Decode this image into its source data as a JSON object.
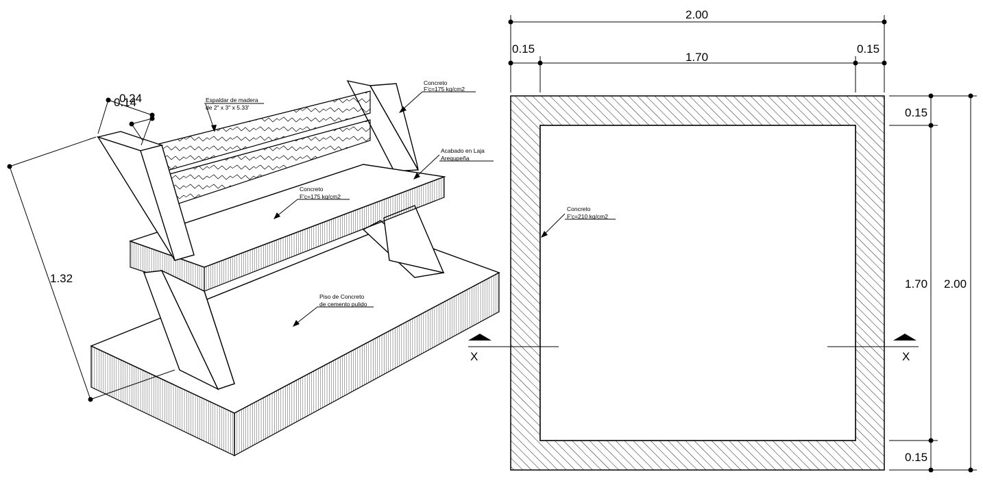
{
  "iso_view": {
    "dim_height": "1.32",
    "dim_top_outer": "0.24",
    "dim_top_inner": "0.14",
    "notes": {
      "backrest": [
        "Espaldar de madera",
        "de 2\" x 3\" x 5.33'"
      ],
      "concrete_post": [
        "Concreto",
        "F'c=175 kg/cm2"
      ],
      "seat_finish": [
        "Acabado en Laja",
        "Arequpeña"
      ],
      "seat_concrete": [
        "Concreto",
        "F'c=175 kg/cm2"
      ],
      "floor": [
        "Piso de Concreto",
        "de cemento pulido"
      ]
    }
  },
  "plan_view": {
    "overall_width": "2.00",
    "left_wall": "0.15",
    "inner_width": "1.70",
    "right_wall": "0.15",
    "top_wall": "0.15",
    "inner_height": "1.70",
    "overall_height": "2.00",
    "bottom_wall": "0.15",
    "section_left": "X",
    "section_right": "X",
    "note": [
      "Concreto",
      "F'c=210 kg/cm2"
    ]
  }
}
